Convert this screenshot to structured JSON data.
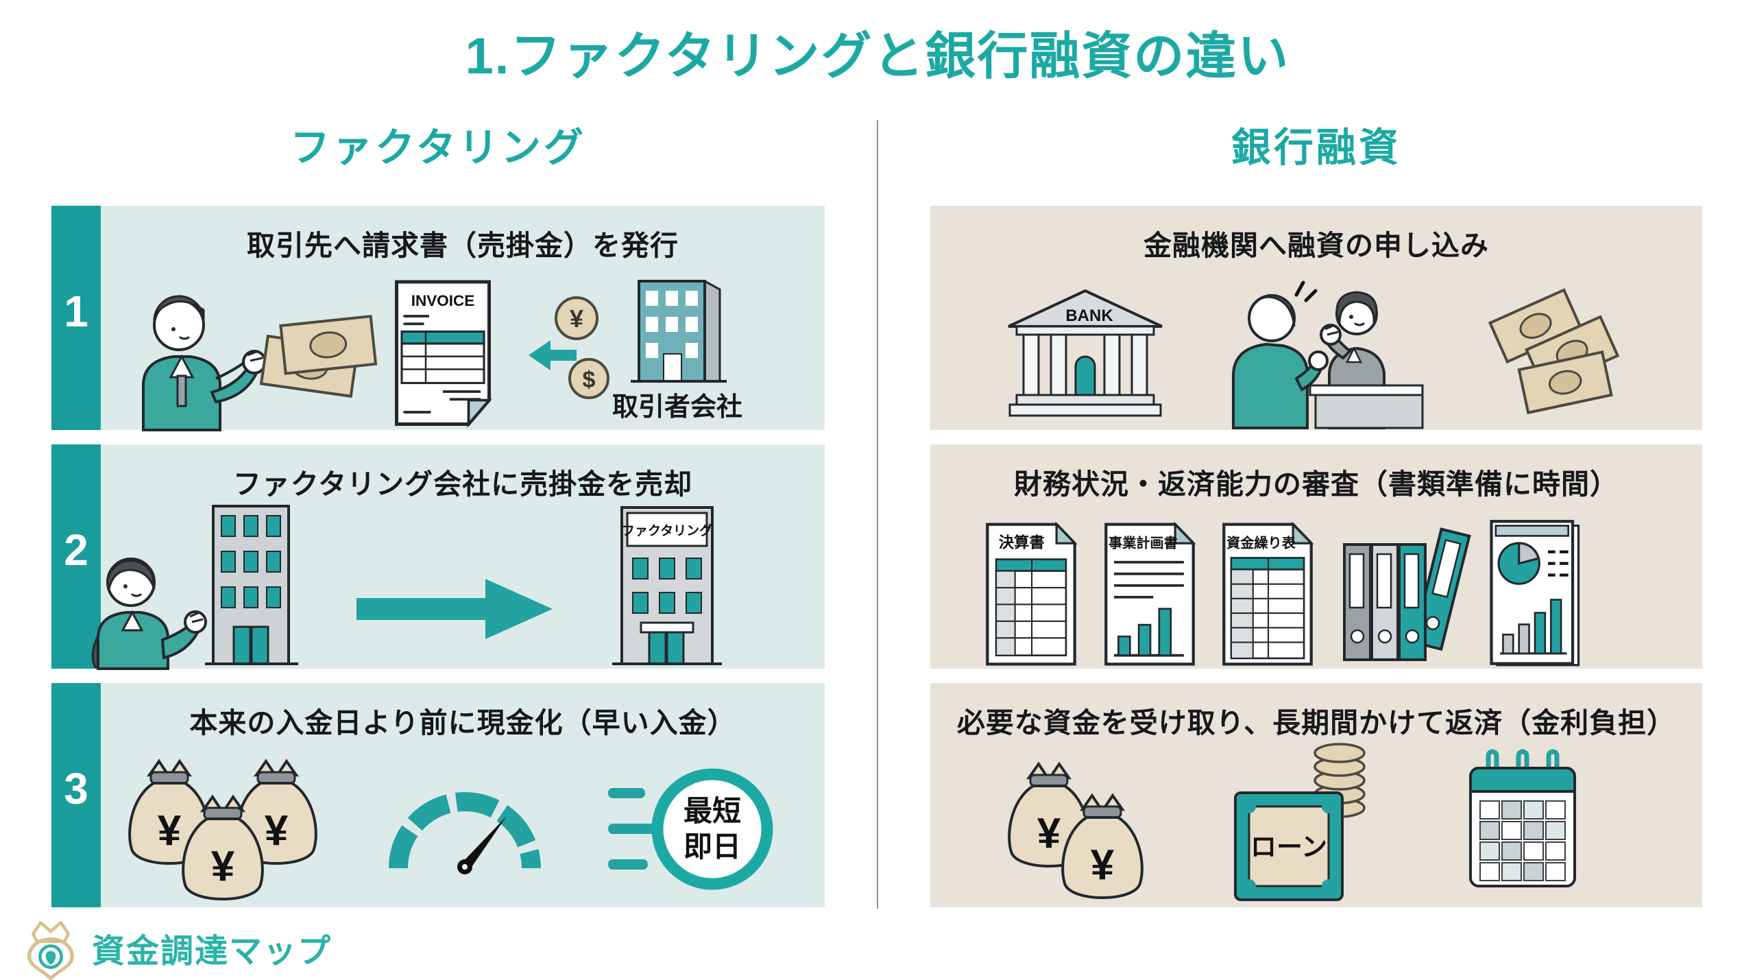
{
  "page": {
    "title": "1.ファクタリングと銀行融資の違い"
  },
  "columns": {
    "left": {
      "header": "ファクタリング",
      "rows": [
        {
          "number": "1",
          "title": "取引先へ請求書（売掛金）を発行",
          "invoice_label": "INVOICE",
          "building_label": "取引者会社"
        },
        {
          "number": "2",
          "title": "ファクタリング会社に売掛金を売却",
          "sign_label": "ファクタリング"
        },
        {
          "number": "3",
          "title": "本来の入金日より前に現金化（早い入金）",
          "badge_top": "最短",
          "badge_bottom": "即日"
        }
      ]
    },
    "right": {
      "header": "銀行融資",
      "rows": [
        {
          "title": "金融機関へ融資の申し込み",
          "bank_label": "BANK"
        },
        {
          "title": "財務状況・返済能力の審査（書類準備に時間）",
          "doc_labels": [
            "決算書",
            "事業計画書",
            "資金繰り表"
          ]
        },
        {
          "title": "必要な資金を受け取り、長期間かけて返済（金利負担）",
          "loan_label": "ローン"
        }
      ]
    }
  },
  "glyphs": {
    "yen": "¥",
    "dollar": "$"
  },
  "logo": {
    "text": "資金調達マップ"
  },
  "colors": {
    "accent": "#1CA9A4",
    "bar": "#189C9C",
    "panel_left": "#DCEBE9",
    "panel_right": "#E9E2D9"
  }
}
